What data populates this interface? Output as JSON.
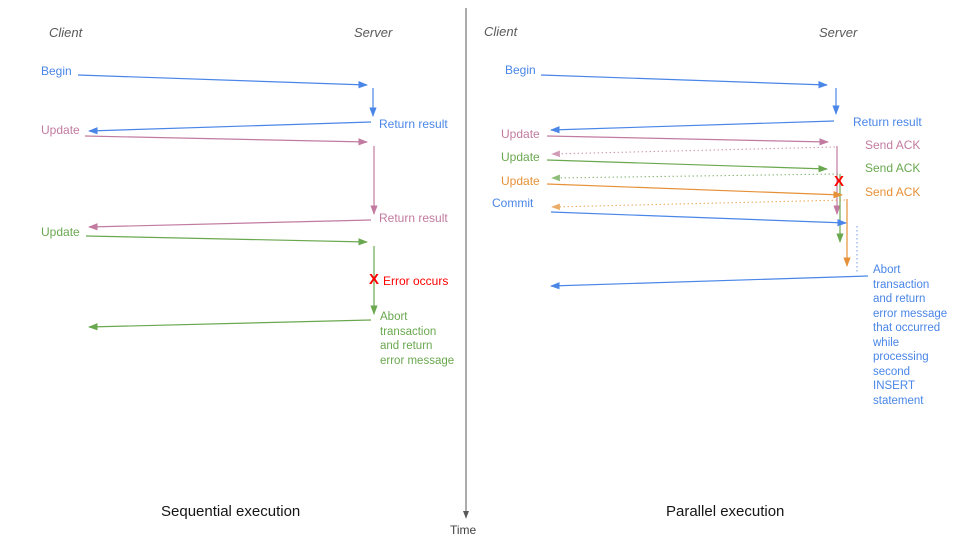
{
  "colors": {
    "blue": "#4a86e8",
    "magenta": "#c27ba0",
    "green": "#6aa84f",
    "orange": "#e69138",
    "red": "#ff0000",
    "axis_gray": "#595959"
  },
  "time_axis": {
    "label": "Time"
  },
  "sequential": {
    "title": "Sequential execution",
    "client_header": "Client",
    "server_header": "Server",
    "begin_label": "Begin",
    "return_result_1": "Return result",
    "update_1": "Update",
    "return_result_2": "Return result",
    "update_2": "Update",
    "error_mark": "X",
    "error_label": "Error occurs",
    "abort_note": "Abort\ntransaction\nand return\nerror message"
  },
  "parallel": {
    "title": "Parallel execution",
    "client_header": "Client",
    "server_header": "Server",
    "begin_label": "Begin",
    "return_result": "Return result",
    "update_1": "Update",
    "send_ack_1": "Send ACK",
    "update_2": "Update",
    "send_ack_2": "Send ACK",
    "update_3": "Update",
    "send_ack_3": "Send ACK",
    "commit_label": "Commit",
    "error_mark": "X",
    "abort_note": "Abort\ntransaction\nand return\nerror message\nthat occurred\nwhile\nprocessing\nsecond\nINSERT\nstatement"
  }
}
